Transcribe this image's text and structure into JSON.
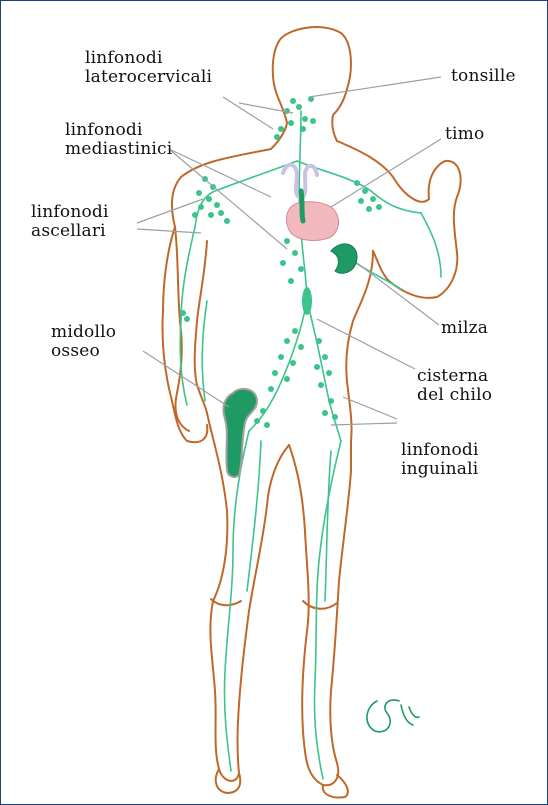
{
  "labels": {
    "laterocervicali": [
      "linfonodi",
      "laterocervicali"
    ],
    "tonsille": "tonsille",
    "mediastinici": [
      "linfonodi",
      "mediastinici"
    ],
    "timo": "timo",
    "ascellari": [
      "linfonodi",
      "ascellari"
    ],
    "midollo": [
      "midollo",
      "osseo"
    ],
    "milza": "milza",
    "cisterna": [
      "cisterna",
      "del chilo"
    ],
    "inguinali": [
      "linfonodi",
      "inguinali"
    ]
  },
  "colors": {
    "body_outline": "#c0682a",
    "lymph": "#3cc48c",
    "lymph_dark": "#1f9a64",
    "thymus": "#f1b8bd",
    "thyroid": "#c9c2e6",
    "leader_line": "#9aa0a8",
    "frame_border": "#1f3f7a"
  }
}
